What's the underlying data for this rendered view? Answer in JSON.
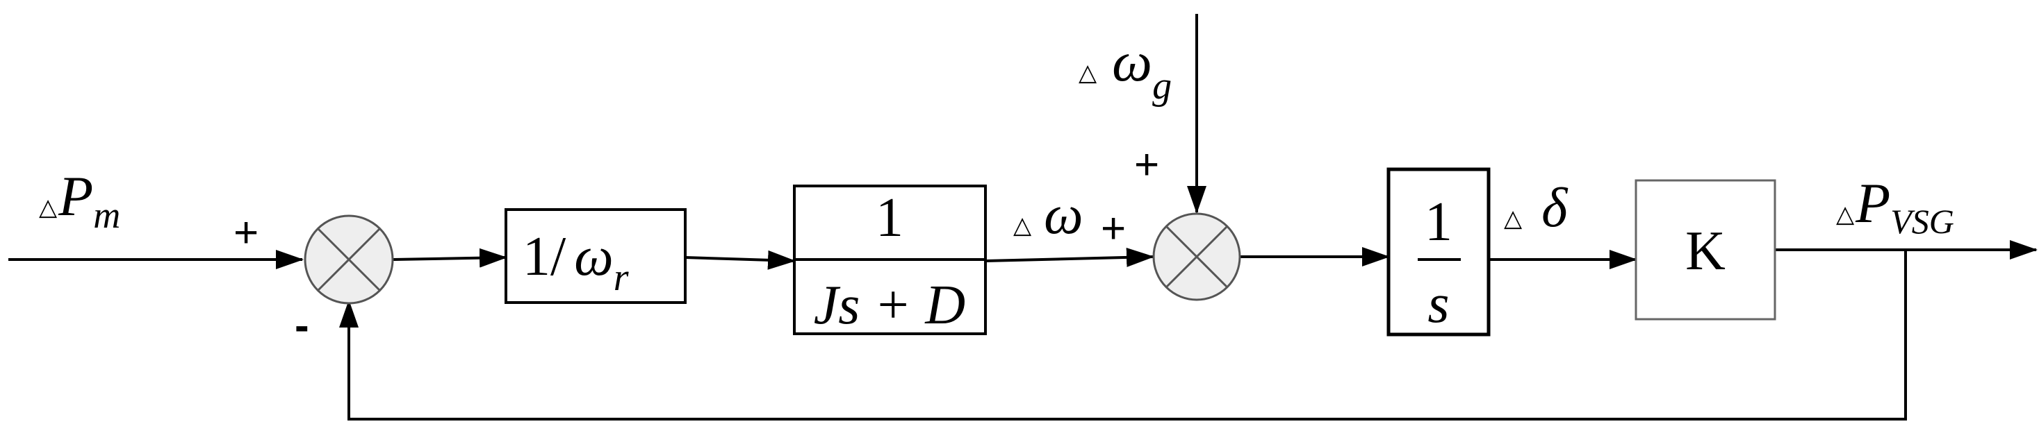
{
  "labels": {
    "input": {
      "delta": "△",
      "symbol": "P",
      "sub": "m"
    },
    "disturbance": {
      "delta": "△",
      "symbol": "ω",
      "sub": "g"
    },
    "omega_mid": {
      "delta": "△",
      "symbol": "ω"
    },
    "delta_angle": {
      "delta": "△",
      "symbol": "δ"
    },
    "output": {
      "delta": "△",
      "symbol": "P",
      "sub": "VSG"
    }
  },
  "signs": {
    "sum1_plus": "+",
    "sum1_minus": "-",
    "sum2_plus_left": "+",
    "sum2_plus_top": "+"
  },
  "blocks": {
    "inertia_gain": {
      "numer": "1/",
      "symbol": "ω",
      "sub": "r"
    },
    "swing": {
      "numerator": "1",
      "denominator": "Js + D"
    },
    "integrator": {
      "numerator": "1",
      "denominator": "s"
    },
    "gain": {
      "label": "K"
    }
  },
  "colors": {
    "line": "#000000",
    "summer_fill": "#eeeeee",
    "summer_stroke": "#555555",
    "gain_stroke": "#666666"
  }
}
